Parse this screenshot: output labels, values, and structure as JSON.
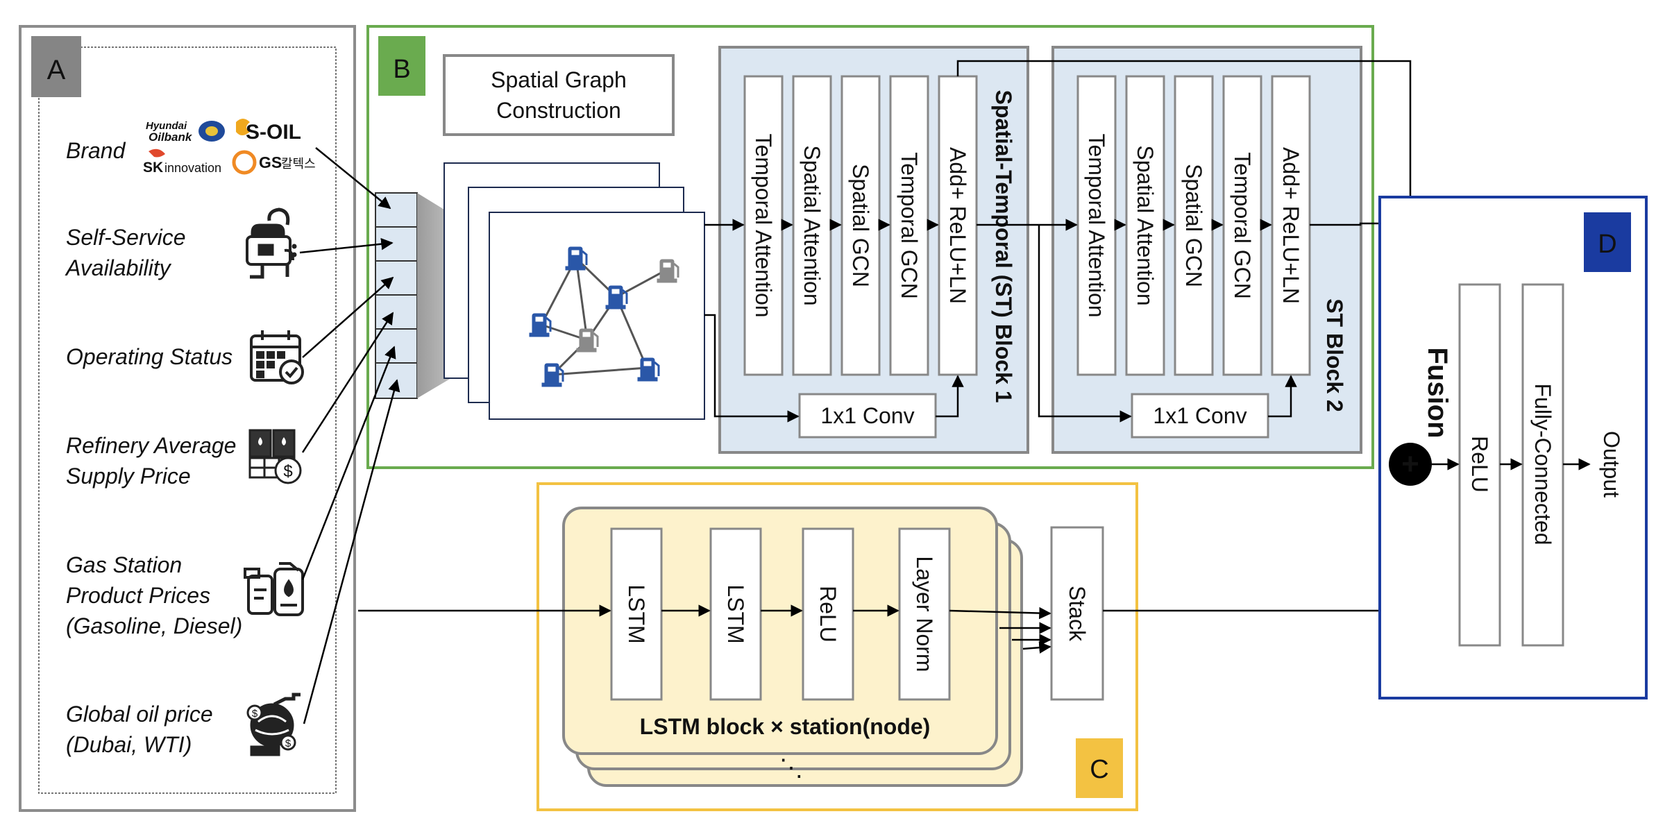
{
  "panels": {
    "a": "A",
    "b": "B",
    "c": "C",
    "d": "D"
  },
  "inputs": [
    {
      "line1": "Brand",
      "line2": "",
      "line3": ""
    },
    {
      "line1": "Self-Service",
      "line2": "Availability",
      "line3": ""
    },
    {
      "line1": "Operating Status",
      "line2": "",
      "line3": ""
    },
    {
      "line1": "Refinery Average",
      "line2": "Supply Price",
      "line3": ""
    },
    {
      "line1": "Gas Station",
      "line2": "Product Prices",
      "line3": "(Gasoline, Diesel)"
    },
    {
      "line1": "Global oil price",
      "line2": "(Dubai, WTI)",
      "line3": ""
    }
  ],
  "brand_logos": {
    "hyundai": "Hyundai",
    "oilbank": "Oilbank",
    "soil": "S-OIL",
    "sk": "SK",
    "innovation": "innovation",
    "gs": "GS",
    "caltex": "칼텍스"
  },
  "spatial": {
    "graph_construction_line1": "Spatial Graph",
    "graph_construction_line2": "Construction",
    "block1_title": "Spatial-Temporal (ST)  Block 1",
    "block2_title": "ST Block 2",
    "layers": [
      "Temporal Attention",
      "Spatial Attention",
      "Spatial GCN",
      "Temporal GCN",
      "Add+ ReLU+LN"
    ],
    "conv": "1x1 Conv"
  },
  "lstm": {
    "layers": [
      "LSTM",
      "LSTM",
      "ReLU",
      "Layer Norm"
    ],
    "block_label": "LSTM block × station(node)",
    "stack": "Stack",
    "ellipsis": "⋱"
  },
  "fusion": {
    "title": "Fusion",
    "plus": "+",
    "relu": "ReLU",
    "fc": "Fully-Connected",
    "output": "Output"
  },
  "colors": {
    "panel_a": "#8c8c8c",
    "panel_b": "#6aab4f",
    "panel_c": "#f3c242",
    "panel_d": "#1a3ba0",
    "st_block_fill": "#dce7f2",
    "lstm_fill": "#fdf2cc",
    "station_blue": "#2a57a8",
    "station_gray": "#8a8a8a"
  }
}
